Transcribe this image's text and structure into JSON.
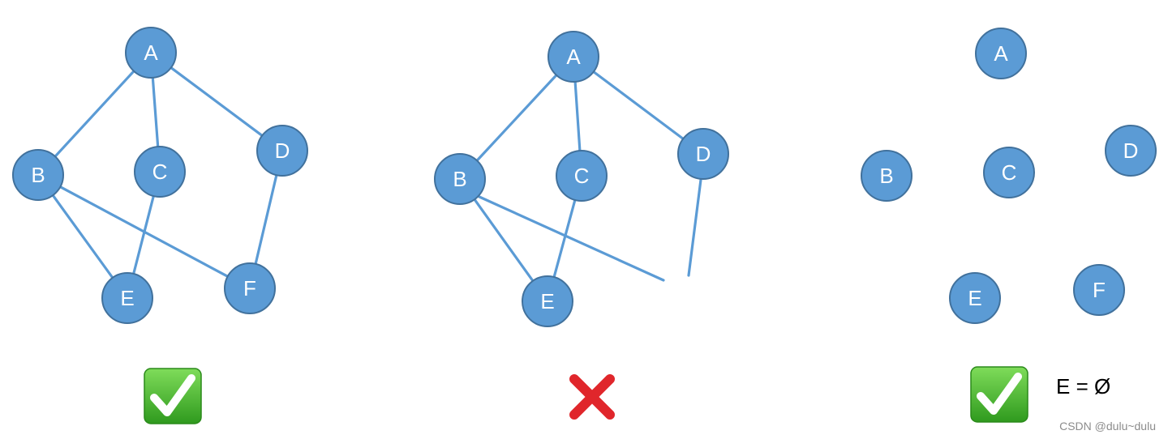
{
  "graphs": [
    {
      "nodes": [
        "A",
        "B",
        "C",
        "D",
        "E",
        "F"
      ],
      "edges": [
        [
          "A",
          "B"
        ],
        [
          "A",
          "C"
        ],
        [
          "A",
          "D"
        ],
        [
          "B",
          "E"
        ],
        [
          "B",
          "F"
        ],
        [
          "C",
          "E"
        ],
        [
          "D",
          "F"
        ]
      ],
      "verdict": "valid"
    },
    {
      "nodes": [
        "A",
        "B",
        "C",
        "D",
        "E"
      ],
      "edges": [
        [
          "A",
          "B"
        ],
        [
          "A",
          "C"
        ],
        [
          "A",
          "D"
        ],
        [
          "B",
          "E"
        ],
        [
          "C",
          "E"
        ]
      ],
      "dangling_edges": 2,
      "verdict": "invalid"
    },
    {
      "nodes": [
        "A",
        "B",
        "C",
        "D",
        "E",
        "F"
      ],
      "edges": [],
      "verdict": "valid",
      "caption": "E = Ø"
    }
  ],
  "colors": {
    "node_fill": "#5b9bd5",
    "node_stroke": "#41719c",
    "edge": "#5b9bd5",
    "check_green": "#3fae29",
    "cross_red": "#e0262b"
  },
  "icons": [
    "check-mark-icon",
    "cross-mark-icon",
    "check-mark-icon"
  ],
  "watermark": "CSDN @dulu~dulu"
}
